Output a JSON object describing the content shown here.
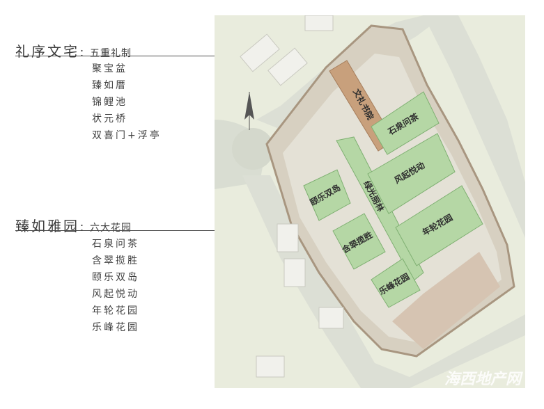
{
  "legend": {
    "section1": {
      "title": "礼序文宅",
      "subtitle": "：五重礼制",
      "swatch_color": "#c8a07c",
      "items": [
        "聚宝盆",
        "臻如厝",
        "锦鲤池",
        "状元桥",
        "双喜门+浮亭"
      ]
    },
    "section2": {
      "title": "臻如雅园",
      "subtitle": "：六大花园",
      "swatch_color": "#b5d7a5",
      "items": [
        "石泉问茶",
        "含翠揽胜",
        "颐乐双岛",
        "风起悦动",
        "年轮花园",
        "乐峰花园"
      ]
    }
  },
  "map": {
    "labels": {
      "wenli": "文礼书院",
      "shiquan": "石泉问茶",
      "fengqi": "风起悦动",
      "lvguang": "绿光丽林",
      "yile": "颐乐双岛",
      "nianlun": "年轮花园",
      "hancui": "含翠揽胜",
      "lefeng": "乐峰花园"
    },
    "watermark": "海西地产网"
  }
}
